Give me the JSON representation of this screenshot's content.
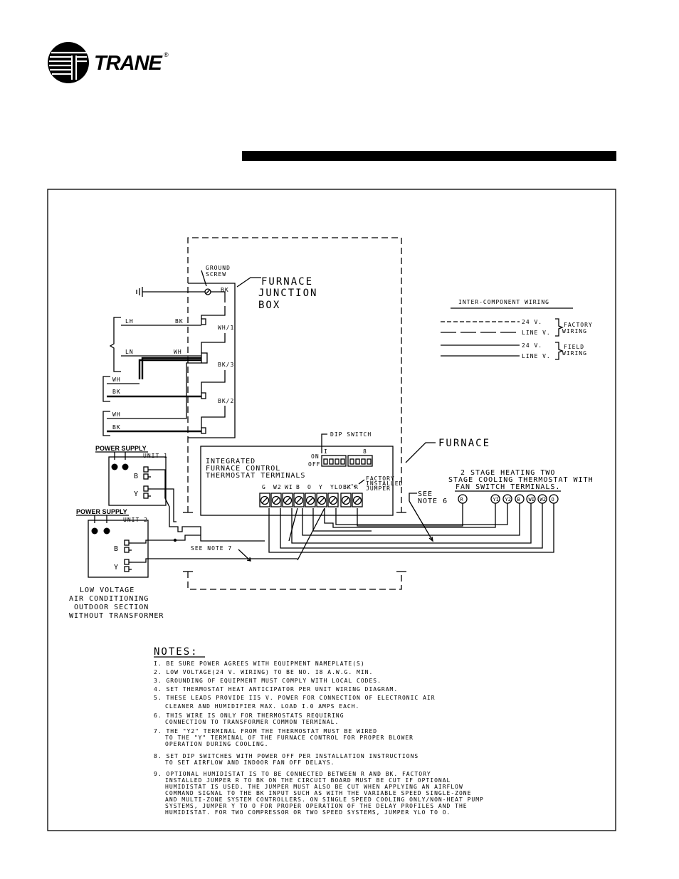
{
  "brand": {
    "name": "TRANE",
    "mark": "®"
  },
  "colors": {
    "ink": "#000000",
    "paper": "#ffffff"
  },
  "diagram": {
    "furnace_jb": {
      "title": [
        "FURNACE",
        "JUNCTION",
        "BOX"
      ],
      "ground": [
        "GROUND",
        "SCREW"
      ]
    },
    "jb_terms": [
      "BK",
      "WH/1",
      "BK/3",
      "BK/2"
    ],
    "line_labels": {
      "lh": "LH",
      "ln": "LN",
      "bk": "BK",
      "wh": "WH"
    },
    "legend": {
      "title": "INTER-COMPONENT WIRING",
      "v24": "24 V.",
      "line": "LINE V.",
      "factory": [
        "FACTORY",
        "WIRING"
      ],
      "field": [
        "FIELD",
        "WIRING"
      ]
    },
    "dip": {
      "label": "DIP SWITCH",
      "on": "ON",
      "off": "OFF",
      "bank1": "I",
      "bank2": "8"
    },
    "furnace_label": "FURNACE",
    "ifc": [
      "INTEGRATED",
      "FURNACE CONTROL",
      "THERMOSTAT TERMINALS"
    ],
    "ifc_terms": [
      "G",
      "W2",
      "WI",
      "B",
      "O",
      "Y",
      "YLO",
      "BK",
      "R"
    ],
    "jumper": [
      "FACTORY",
      "INSTALLED",
      "JUMPER"
    ],
    "see6": [
      "SEE",
      "NOTE 6"
    ],
    "tstat_title": [
      "2 STAGE HEATING TWO",
      "STAGE COOLING THERMOSTAT WITH",
      "FAN SWITCH TERMINALS."
    ],
    "tstat_terms": [
      "R",
      "YI",
      "Y2",
      "B",
      "WI",
      "W2",
      "O"
    ],
    "ps": "POWER SUPPLY",
    "unit1": "UNIT 1",
    "unit2": "UNIT 2",
    "b": "B",
    "y": "Y",
    "see7": "SEE NOTE 7",
    "lowv": [
      "LOW VOLTAGE",
      "AIR CONDITIONING",
      "OUTDOOR SECTION",
      "WITHOUT TRANSFORMER"
    ]
  },
  "notes": {
    "title": "NOTES:",
    "lines": [
      "I. BE SURE POWER AGREES WITH EQUIPMENT NAMEPLATE(S)",
      "2. LOW VOLTAGE(24 V. WIRING) TO BE NO. I8 A.W.G. MIN.",
      "3. GROUNDING OF EQUIPMENT MUST COMPLY WITH LOCAL CODES.",
      "4. SET THERMOSTAT HEAT ANTICIPATOR PER UNIT WIRING DIAGRAM.",
      "5. THESE LEADS PROVIDE II5 V. POWER FOR CONNECTION OF ELECTRONIC AIR",
      "   CLEANER AND HUMIDIFIER MAX. LOAD I.0 AMPS EACH.",
      "6. THIS WIRE IS ONLY FOR THERMOSTATS REQUIRING",
      "   CONNECTION TO TRANSFORMER COMMON TERMINAL.",
      "7. THE \"Y2\" TERMINAL FROM THE THERMOSTAT MUST BE WIRED",
      "   TO THE \"Y\" TERMINAL OF THE FURNACE CONTROL FOR PROPER BLOWER",
      "   OPERATION DURING COOLING.",
      "8. SET DIP SWITCHES WITH POWER OFF PER INSTALLATION INSTRUCTIONS",
      "   TO SET AIRFLOW AND INDOOR FAN OFF DELAYS.",
      "9. OPTIONAL HUMIDISTAT IS TO BE CONNECTED BETWEEN R AND BK. FACTORY",
      "   INSTALLED JUMPER R TO BK ON THE CIRCUIT BOARD MUST BE CUT IF OPTIONAL",
      "   HUMIDISTAT IS USED. THE JUMPER MUST ALSO BE CUT WHEN APPLYING AN AIRFLOW",
      "   COMMAND SIGNAL TO THE BK INPUT SUCH AS WITH THE VARIABLE SPEED SINGLE-ZONE",
      "   AND MULTI-ZONE SYSTEM CONTROLLERS. ON SINGLE SPEED COOLING ONLY/NON-HEAT PUMP",
      "   SYSTEMS, JUMPER Y TO O FOR PROPER OPERATION OF THE DELAY PROFILES AND THE",
      "   HUMIDISTAT. FOR TWO COMPRESSOR OR TWO SPEED SYSTEMS, JUMPER YLO TO O."
    ]
  }
}
